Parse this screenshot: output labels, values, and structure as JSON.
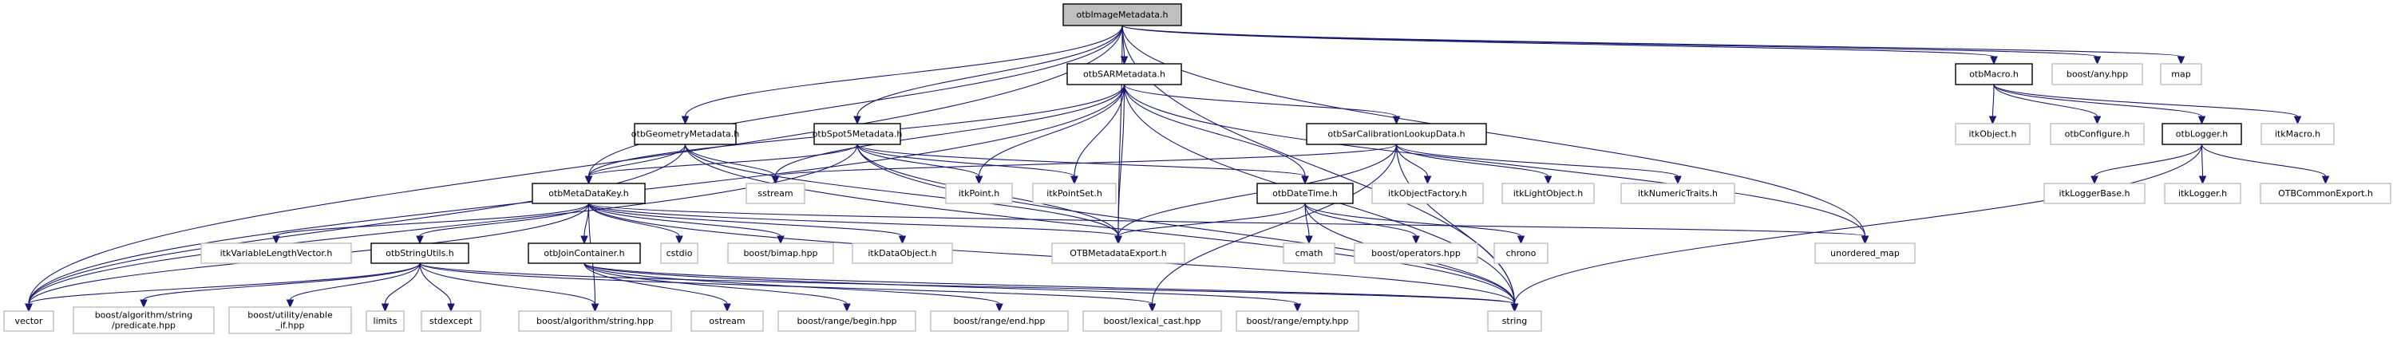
{
  "title": "otbImageMetadata.h include dependency graph",
  "colors": {
    "edge": "#191970",
    "root_fill": "#bfbfbf",
    "project_border": "#000000",
    "external_border": "#bfbfbf"
  },
  "nodes": [
    {
      "id": "otbImageMetadata",
      "label": "otbImageMetadata.h",
      "kind": "root"
    },
    {
      "id": "otbSARMetadata",
      "label": "otbSARMetadata.h",
      "kind": "project"
    },
    {
      "id": "otbMacro",
      "label": "otbMacro.h",
      "kind": "project"
    },
    {
      "id": "boostany",
      "label": "boost/any.hpp",
      "kind": "external"
    },
    {
      "id": "map",
      "label": "map",
      "kind": "external"
    },
    {
      "id": "otbGeometryMetadata",
      "label": "otbGeometryMetadata.h",
      "kind": "project"
    },
    {
      "id": "otbSpot5Metadata",
      "label": "otbSpot5Metadata.h",
      "kind": "project"
    },
    {
      "id": "otbSarCalibrationLookupData",
      "label": "otbSarCalibrationLookupData.h",
      "kind": "project"
    },
    {
      "id": "itkObject",
      "label": "itkObject.h",
      "kind": "external"
    },
    {
      "id": "otbConfigure",
      "label": "otbConfigure.h",
      "kind": "external"
    },
    {
      "id": "otbLogger",
      "label": "otbLogger.h",
      "kind": "project"
    },
    {
      "id": "itkMacro",
      "label": "itkMacro.h",
      "kind": "external"
    },
    {
      "id": "otbMetaDataKey",
      "label": "otbMetaDataKey.h",
      "kind": "project"
    },
    {
      "id": "sstream",
      "label": "sstream",
      "kind": "external"
    },
    {
      "id": "itkPoint",
      "label": "itkPoint.h",
      "kind": "external"
    },
    {
      "id": "itkPointSet",
      "label": "itkPointSet.h",
      "kind": "external"
    },
    {
      "id": "otbDateTime",
      "label": "otbDateTime.h",
      "kind": "project"
    },
    {
      "id": "itkObjectFactory",
      "label": "itkObjectFactory.h",
      "kind": "external"
    },
    {
      "id": "itkLightObject",
      "label": "itkLightObject.h",
      "kind": "external"
    },
    {
      "id": "itkNumericTraits",
      "label": "itkNumericTraits.h",
      "kind": "external"
    },
    {
      "id": "itkLoggerBase",
      "label": "itkLoggerBase.h",
      "kind": "external"
    },
    {
      "id": "itkLogger",
      "label": "itkLogger.h",
      "kind": "external"
    },
    {
      "id": "OTBCommonExport",
      "label": "OTBCommonExport.h",
      "kind": "external"
    },
    {
      "id": "itkVariableLengthVector",
      "label": "itkVariableLengthVector.h",
      "kind": "external"
    },
    {
      "id": "otbStringUtils",
      "label": "otbStringUtils.h",
      "kind": "project"
    },
    {
      "id": "otbJoinContainer",
      "label": "otbJoinContainer.h",
      "kind": "project"
    },
    {
      "id": "cstdio",
      "label": "cstdio",
      "kind": "external"
    },
    {
      "id": "boostbimap",
      "label": "boost/bimap.hpp",
      "kind": "external"
    },
    {
      "id": "itkDataObject",
      "label": "itkDataObject.h",
      "kind": "external"
    },
    {
      "id": "OTBMetadataExport",
      "label": "OTBMetadataExport.h",
      "kind": "external"
    },
    {
      "id": "cmath",
      "label": "cmath",
      "kind": "external"
    },
    {
      "id": "boostoperators",
      "label": "boost/operators.hpp",
      "kind": "external"
    },
    {
      "id": "chrono",
      "label": "chrono",
      "kind": "external"
    },
    {
      "id": "unordered_map",
      "label": "unordered_map",
      "kind": "external"
    },
    {
      "id": "vector",
      "label": "vector",
      "kind": "external"
    },
    {
      "id": "predicate",
      "label": "boost/algorithm/string\n/predicate.hpp",
      "kind": "external"
    },
    {
      "id": "enable_if",
      "label": "boost/utility/enable\n_if.hpp",
      "kind": "external"
    },
    {
      "id": "limits",
      "label": "limits",
      "kind": "external"
    },
    {
      "id": "stdexcept",
      "label": "stdexcept",
      "kind": "external"
    },
    {
      "id": "algostring",
      "label": "boost/algorithm/string.hpp",
      "kind": "external"
    },
    {
      "id": "ostream",
      "label": "ostream",
      "kind": "external"
    },
    {
      "id": "rangebegin",
      "label": "boost/range/begin.hpp",
      "kind": "external"
    },
    {
      "id": "rangeend",
      "label": "boost/range/end.hpp",
      "kind": "external"
    },
    {
      "id": "lexicalcast",
      "label": "boost/lexical_cast.hpp",
      "kind": "external"
    },
    {
      "id": "rangeempty",
      "label": "boost/range/empty.hpp",
      "kind": "external"
    },
    {
      "id": "string",
      "label": "string",
      "kind": "external"
    }
  ],
  "edges": [
    [
      "otbImageMetadata",
      "otbSARMetadata"
    ],
    [
      "otbImageMetadata",
      "otbMacro"
    ],
    [
      "otbImageMetadata",
      "boostany"
    ],
    [
      "otbImageMetadata",
      "map"
    ],
    [
      "otbImageMetadata",
      "otbGeometryMetadata"
    ],
    [
      "otbImageMetadata",
      "otbSpot5Metadata"
    ],
    [
      "otbImageMetadata",
      "otbMetaDataKey"
    ],
    [
      "otbImageMetadata",
      "OTBMetadataExport"
    ],
    [
      "otbImageMetadata",
      "vector"
    ],
    [
      "otbImageMetadata",
      "string"
    ],
    [
      "otbImageMetadata",
      "unordered_map"
    ],
    [
      "otbSARMetadata",
      "otbSarCalibrationLookupData"
    ],
    [
      "otbSARMetadata",
      "otbMetaDataKey"
    ],
    [
      "otbSARMetadata",
      "otbDateTime"
    ],
    [
      "otbSARMetadata",
      "itkPoint"
    ],
    [
      "otbSARMetadata",
      "itkPointSet"
    ],
    [
      "otbSARMetadata",
      "OTBMetadataExport"
    ],
    [
      "otbSARMetadata",
      "sstream"
    ],
    [
      "otbSARMetadata",
      "vector"
    ],
    [
      "otbSARMetadata",
      "string"
    ],
    [
      "otbSARMetadata",
      "unordered_map"
    ],
    [
      "otbMacro",
      "itkObject"
    ],
    [
      "otbMacro",
      "otbConfigure"
    ],
    [
      "otbMacro",
      "otbLogger"
    ],
    [
      "otbMacro",
      "itkMacro"
    ],
    [
      "otbLogger",
      "itkLoggerBase"
    ],
    [
      "otbLogger",
      "itkLogger"
    ],
    [
      "otbLogger",
      "OTBCommonExport"
    ],
    [
      "otbLogger",
      "string"
    ],
    [
      "otbGeometryMetadata",
      "otbMetaDataKey"
    ],
    [
      "otbGeometryMetadata",
      "sstream"
    ],
    [
      "otbGeometryMetadata",
      "OTBMetadataExport"
    ],
    [
      "otbGeometryMetadata",
      "vector"
    ],
    [
      "otbGeometryMetadata",
      "string"
    ],
    [
      "otbSpot5Metadata",
      "otbMetaDataKey"
    ],
    [
      "otbSpot5Metadata",
      "itkPoint"
    ],
    [
      "otbSpot5Metadata",
      "itkPointSet"
    ],
    [
      "otbSpot5Metadata",
      "OTBMetadataExport"
    ],
    [
      "otbSpot5Metadata",
      "otbDateTime"
    ],
    [
      "otbSpot5Metadata",
      "vector"
    ],
    [
      "otbSpot5Metadata",
      "string"
    ],
    [
      "otbSarCalibrationLookupData",
      "sstream"
    ],
    [
      "otbSarCalibrationLookupData",
      "itkObjectFactory"
    ],
    [
      "otbSarCalibrationLookupData",
      "itkLightObject"
    ],
    [
      "otbSarCalibrationLookupData",
      "itkNumericTraits"
    ],
    [
      "otbSarCalibrationLookupData",
      "OTBMetadataExport"
    ],
    [
      "otbSarCalibrationLookupData",
      "lexicalcast"
    ],
    [
      "otbSarCalibrationLookupData",
      "string"
    ],
    [
      "otbDateTime",
      "OTBMetadataExport"
    ],
    [
      "otbDateTime",
      "cmath"
    ],
    [
      "otbDateTime",
      "boostoperators"
    ],
    [
      "otbDateTime",
      "chrono"
    ],
    [
      "otbDateTime",
      "string"
    ],
    [
      "otbMetaDataKey",
      "itkVariableLengthVector"
    ],
    [
      "otbMetaDataKey",
      "otbStringUtils"
    ],
    [
      "otbMetaDataKey",
      "otbJoinContainer"
    ],
    [
      "otbMetaDataKey",
      "cstdio"
    ],
    [
      "otbMetaDataKey",
      "boostbimap"
    ],
    [
      "otbMetaDataKey",
      "itkDataObject"
    ],
    [
      "otbMetaDataKey",
      "OTBMetadataExport"
    ],
    [
      "otbMetaDataKey",
      "algostring"
    ],
    [
      "otbMetaDataKey",
      "vector"
    ],
    [
      "otbMetaDataKey",
      "string"
    ],
    [
      "otbMetaDataKey",
      "unordered_map"
    ],
    [
      "otbStringUtils",
      "vector"
    ],
    [
      "otbStringUtils",
      "predicate"
    ],
    [
      "otbStringUtils",
      "enable_if"
    ],
    [
      "otbStringUtils",
      "limits"
    ],
    [
      "otbStringUtils",
      "stdexcept"
    ],
    [
      "otbStringUtils",
      "algostring"
    ],
    [
      "otbStringUtils",
      "string"
    ],
    [
      "otbStringUtils",
      "lexicalcast"
    ],
    [
      "otbJoinContainer",
      "ostream"
    ],
    [
      "otbJoinContainer",
      "rangebegin"
    ],
    [
      "otbJoinContainer",
      "rangeend"
    ],
    [
      "otbJoinContainer",
      "rangeempty"
    ],
    [
      "otbJoinContainer",
      "string"
    ]
  ]
}
